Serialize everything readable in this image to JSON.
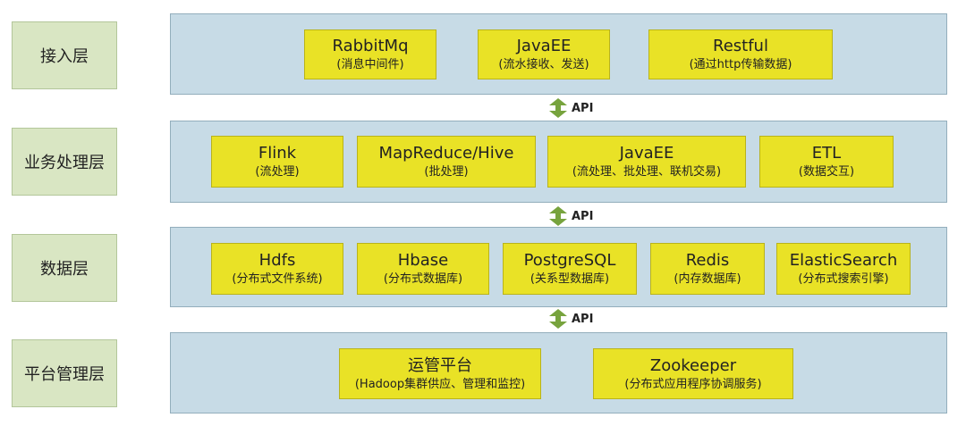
{
  "layers": [
    {
      "label": "接入层",
      "boxes": [
        {
          "title": "RabbitMq",
          "subtitle": "(消息中间件)"
        },
        {
          "title": "JavaEE",
          "subtitle": "(流水接收、发送)"
        },
        {
          "title": "Restful",
          "subtitle": "(通过http传输数据)"
        }
      ]
    },
    {
      "label": "业务处理层",
      "boxes": [
        {
          "title": "Flink",
          "subtitle": "(流处理)"
        },
        {
          "title": "MapReduce/Hive",
          "subtitle": "(批处理)"
        },
        {
          "title": "JavaEE",
          "subtitle": "(流处理、批处理、联机交易)"
        },
        {
          "title": "ETL",
          "subtitle": "(数据交互)"
        }
      ]
    },
    {
      "label": "数据层",
      "boxes": [
        {
          "title": "Hdfs",
          "subtitle": "(分布式文件系统)"
        },
        {
          "title": "Hbase",
          "subtitle": "(分布式数据库)"
        },
        {
          "title": "PostgreSQL",
          "subtitle": "(关系型数据库)"
        },
        {
          "title": "Redis",
          "subtitle": "(内存数据库)"
        },
        {
          "title": "ElasticSearch",
          "subtitle": "(分布式搜索引擎)"
        }
      ]
    },
    {
      "label": "平台管理层",
      "boxes": [
        {
          "title": "运管平台",
          "subtitle": "(Hadoop集群供应、管理和监控)"
        },
        {
          "title": "Zookeeper",
          "subtitle": "(分布式应用程序协调服务)"
        }
      ]
    }
  ],
  "connectors": [
    {
      "label": "API"
    },
    {
      "label": "API"
    },
    {
      "label": "API"
    }
  ],
  "colors": {
    "label_fill": "#d9e6c3",
    "panel_fill": "#c7dbe6",
    "box_fill": "#e9e226",
    "arrow_fill": "#77a33d"
  }
}
